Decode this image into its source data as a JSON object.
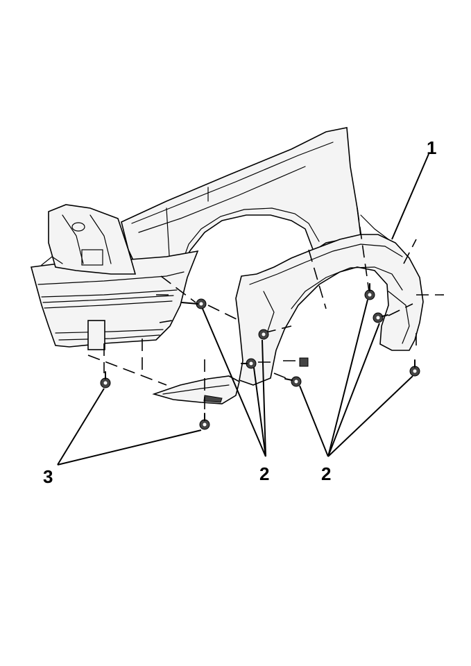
{
  "diagram": {
    "callouts": [
      {
        "id": "callout-1",
        "label": "1"
      },
      {
        "id": "callout-2a",
        "label": "2"
      },
      {
        "id": "callout-2b",
        "label": "2"
      },
      {
        "id": "callout-3",
        "label": "3"
      }
    ]
  }
}
